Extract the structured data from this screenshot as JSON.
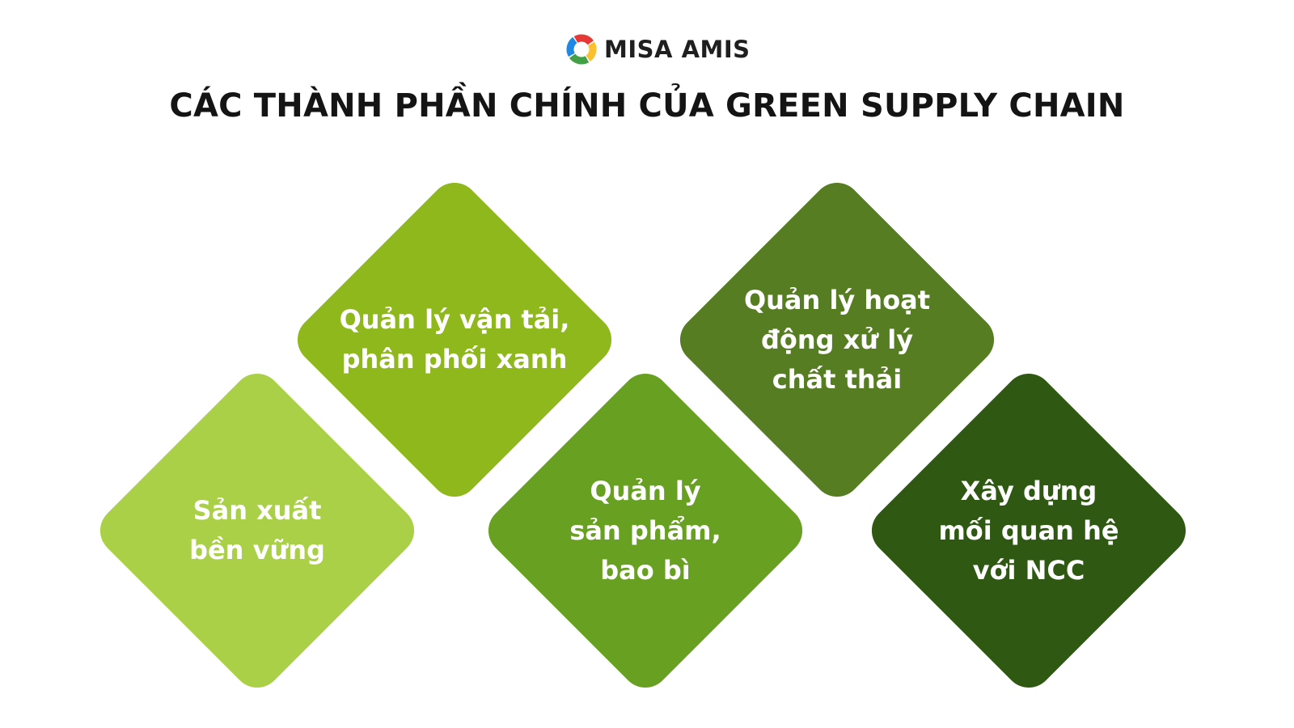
{
  "header": {
    "logo_text": "MISA AMIS",
    "title": "CÁC THÀNH PHẦN CHÍNH CỦA GREEN SUPPLY CHAIN"
  },
  "components": [
    {
      "label": "Sản xuất\nbền vững",
      "color": "#a9d046"
    },
    {
      "label": "Quản lý vận tải,\nphân phối xanh",
      "color": "#8fb81c"
    },
    {
      "label": "Quản lý\nsản phẩm,\nbao bì",
      "color": "#68a021"
    },
    {
      "label": "Quản lý hoạt\nđộng xử lý\nchất thải",
      "color": "#567d22"
    },
    {
      "label": "Xây dựng\nmối quan hệ\nvới NCC",
      "color": "#2f5812"
    }
  ],
  "logo_colors": [
    "#e53935",
    "#fbc02d",
    "#43a047",
    "#1e88e5"
  ]
}
